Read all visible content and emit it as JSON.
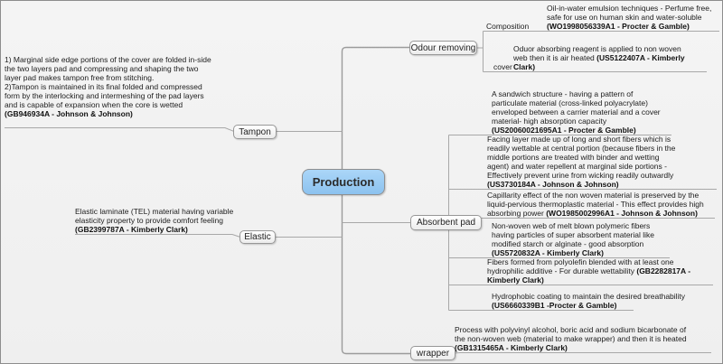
{
  "canvas": {
    "colors": {
      "background": "#f1f1f1",
      "wire": "#a8a8a8",
      "root_fill": "#9fd0f7",
      "node_border": "#979797"
    }
  },
  "map": {
    "root": "Production",
    "branches": {
      "tampon": {
        "label": "Tampon",
        "note": {
          "text": "1) Marginal side edge portions of the cover are folded in-side\nthe two layers pad and compressing and shaping the two\nlayer pad makes tampon  free from stitching.\n2)Tampon is maintained in its final folded and compressed\nform by the interlocking and intermeshing of the pad layers\nand is capable of expansion when the core is wetted\n",
          "patent": "(GB946934A - Johnson & Johnson)"
        }
      },
      "elastic": {
        "label": "Elastic",
        "note": {
          "text": "Elastic laminate (TEL) material having variable\nelasticity property to provide  comfort feeling\n",
          "patent": "(GB2399787A - Kimberly Clark)"
        }
      },
      "odour": {
        "label": "Odour removing",
        "children": {
          "composition": {
            "label": "Composition",
            "note": {
              "text": "Oil-in-water emulsion techniques - Perfume free,\nsafe for use on human skin and  water-soluble\n",
              "patent": "(WO1998056339A1 - Procter & Gamble)"
            }
          },
          "cover": {
            "label": "cover",
            "note": {
              "text": "Oduor absorbing reagent is applied to non woven\nweb then it is air heated ",
              "patent": "(US5122407A - Kimberly\nClark)"
            }
          }
        }
      },
      "absorbent": {
        "label": "Absorbent pad",
        "notes": [
          {
            "text": "A sandwich structure - having a pattern of\nparticulate material (cross-linked polyacrylate)\nenveloped between a carrier material and a cover\nmaterial- high absorption capacity\n",
            "patent": "(US20060021695A1 - Procter & Gamble)"
          },
          {
            "text": "Facing layer made up of long and short fibers which is\nreadily wettable at central portion (because fibers in the\nmiddle portions are treated with binder and wetting\nagent) and water repellent at marginal side portions -\nEffectively prevent urine from wicking readily outwardly\n",
            "patent": "(US3730184A - Johnson & Johnson)"
          },
          {
            "text": "Capillarity effect of the non woven material is preserved by the\nliquid-pervious thermoplastic material - This effect provides high\nabsorbing power ",
            "patent": "(WO1985002996A1 - Johnson & Johnson)"
          },
          {
            "text": "Non-woven web of melt blown polymeric fibers\nhaving particles of super absorbent material like\nmodified starch or alginate - good absorption\n",
            "patent": "(US5720832A - Kimberly Clark)"
          },
          {
            "text": "Fibers formed from polyolefin blended with at least one\nhydrophilic additive - For durable wettability ",
            "patent": "(GB2282817A -\nKimberly Clark)"
          },
          {
            "text": "Hydrophobic coating to maintain the desired breathability\n",
            "patent": "(US6660339B1 -Procter & Gamble)"
          }
        ]
      },
      "wrapper": {
        "label": "wrapper",
        "note": {
          "text": "Process with  polyvinyl alcohol, boric acid and sodium bicarbonate of\nthe non-woven web (material to make wrapper) and then it is heated\n",
          "patent": "(GB1315465A - Kimberly Clark)"
        }
      }
    }
  }
}
